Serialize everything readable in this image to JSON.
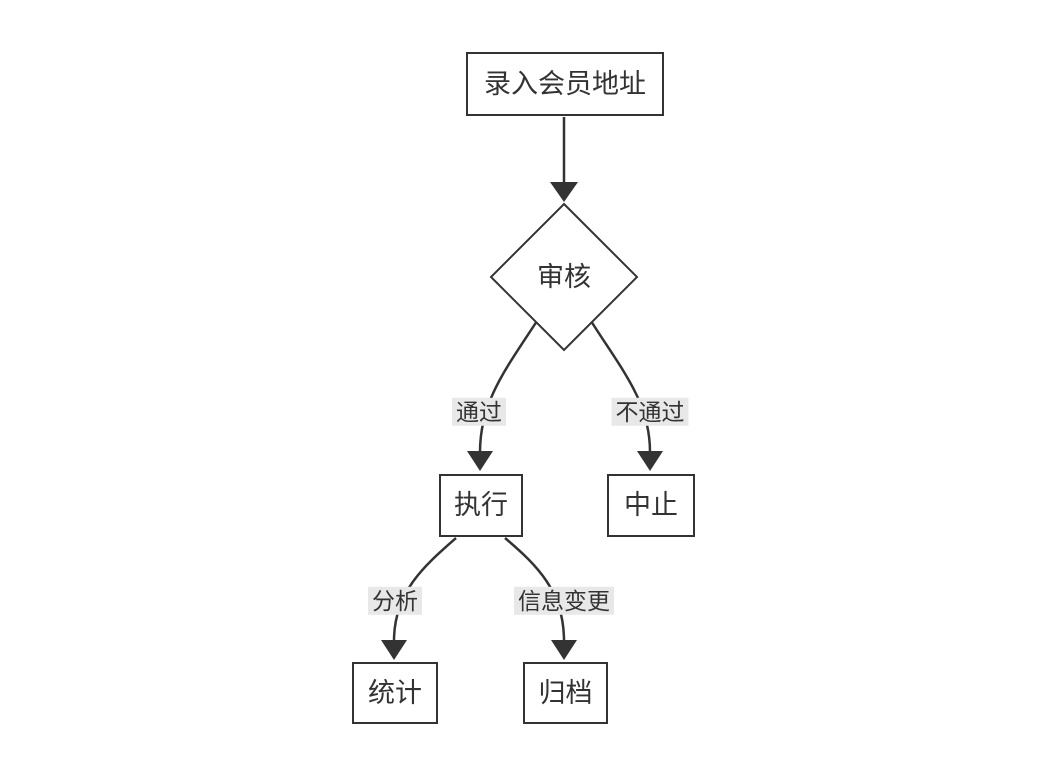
{
  "diagram": {
    "type": "flowchart",
    "direction": "top-down",
    "nodes": [
      {
        "id": "start",
        "shape": "rectangle",
        "label": "录入会员地址"
      },
      {
        "id": "review",
        "shape": "diamond",
        "label": "审核"
      },
      {
        "id": "execute",
        "shape": "rectangle",
        "label": "执行"
      },
      {
        "id": "abort",
        "shape": "rectangle",
        "label": "中止"
      },
      {
        "id": "stats",
        "shape": "rectangle",
        "label": "统计"
      },
      {
        "id": "archive",
        "shape": "rectangle",
        "label": "归档"
      }
    ],
    "edges": [
      {
        "from": "start",
        "to": "review",
        "label": ""
      },
      {
        "from": "review",
        "to": "execute",
        "label": "通过"
      },
      {
        "from": "review",
        "to": "abort",
        "label": "不通过"
      },
      {
        "from": "execute",
        "to": "stats",
        "label": "分析"
      },
      {
        "from": "execute",
        "to": "archive",
        "label": "信息变更"
      }
    ],
    "colors": {
      "background": "#ffffff",
      "stroke": "#333333",
      "node_fill": "#ffffff",
      "text": "#333333",
      "edge_label_bg": "#e8e8e8"
    }
  }
}
